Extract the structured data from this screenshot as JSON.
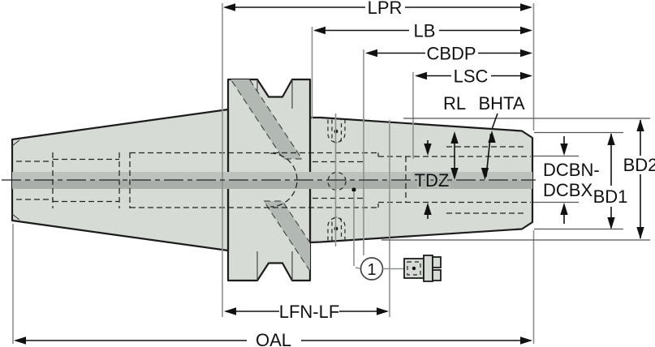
{
  "drawing": {
    "type": "technical-dimension-diagram",
    "subject": "tool-holder-side-view-with-dimension-callouts",
    "dim_labels": {
      "lpr": "LPR",
      "lb": "LB",
      "cbdp": "CBDP",
      "lsc": "LSC",
      "rl": "RL",
      "bhta": "BHTA",
      "tdz": "TDZ",
      "dcbn": "DCBN-",
      "dcbx": "DCBX",
      "bd1": "BD1",
      "bd2": "BD2",
      "lfn_lf": "LFN-LF",
      "oal": "OAL"
    },
    "callout": {
      "item1": "1"
    },
    "colors": {
      "background": "#ffffff",
      "part_fill": "#d6dbd6",
      "bore_band_light": "#bdc2be",
      "bore_band_dark": "#a9aeaa",
      "hatch_band": "#b2b8b3",
      "outline": "#1c1c1c",
      "extension_line": "#8d928f"
    }
  }
}
